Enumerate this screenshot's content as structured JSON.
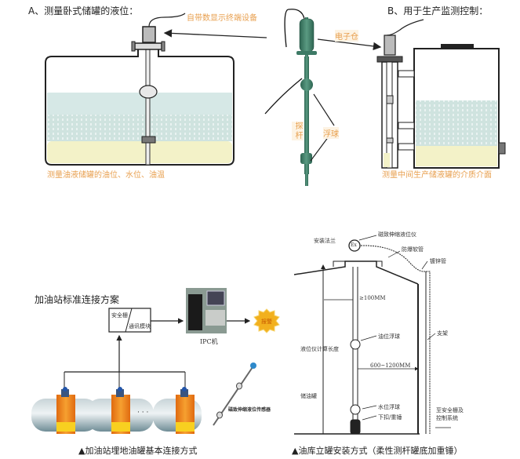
{
  "panel_a": {
    "title": "A、测量卧式储罐的液位：",
    "device_label": "自带数显示终端设备",
    "bottom_caption": "测量油液储罐的油位、水位、油温"
  },
  "panel_center": {
    "top_label": "电子仓",
    "probe_label": "探杆",
    "float_label": "浮球"
  },
  "panel_b": {
    "title": "B、用于生产监测控制：",
    "bottom_caption": "测量中间生产储液罐的介质介面"
  },
  "gas_station": {
    "title": "加油站标准连接方案",
    "module_left": "安全栅",
    "module_right": "通讯模块",
    "host_label": "IPC机",
    "alarm_label": "报警",
    "sensor_label": "磁致伸缩液位传感器",
    "ellipsis": "· · ·",
    "caption": "▲加油站埋地油罐基本连接方式"
  },
  "depot_tank": {
    "labels": {
      "flange": "安装法兰",
      "gauge": "磁致伸缩液位仪",
      "flex_hose": "防爆软管",
      "steel_pipe": "镀锌管",
      "bracket": "支架",
      "level_float": "油位浮球",
      "range": "液位仪计算长度",
      "tank": "储油罐",
      "water_float": "水位浮球",
      "weight": "下扣/重锤",
      "control": "至安全栅及控制系统",
      "dim_top": "≥100MM",
      "dim_side": "600~1200MM",
      "ex_mark": "Ex"
    },
    "caption": "▲油库立罐安装方式（柔性测杆罐底加重锤）"
  },
  "colors": {
    "water": "#cfe3df",
    "oil": "#f3f2c8",
    "probe_green": "#3d7a66",
    "accent_orange": "#e8a050",
    "alarm_yellow": "#f2b01e"
  }
}
